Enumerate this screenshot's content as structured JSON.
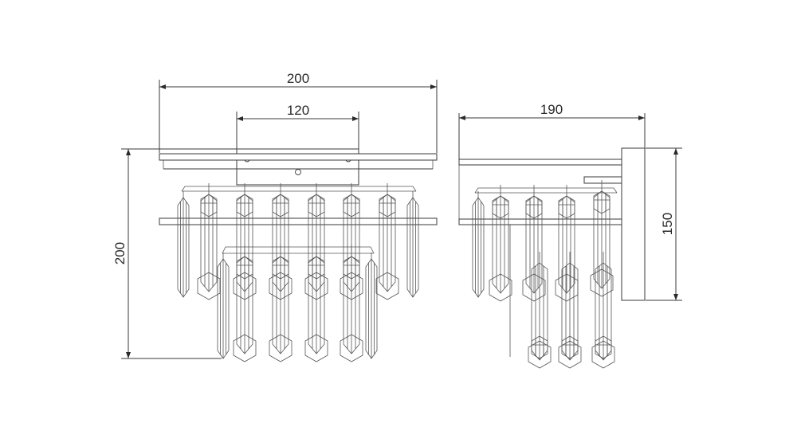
{
  "dimensions": {
    "front_width": "200",
    "mount_width": "120",
    "front_height": "200",
    "side_depth": "190",
    "side_height": "150"
  },
  "colors": {
    "line": "#3a3a3a",
    "text": "#2a2a2a",
    "background": "#ffffff"
  }
}
